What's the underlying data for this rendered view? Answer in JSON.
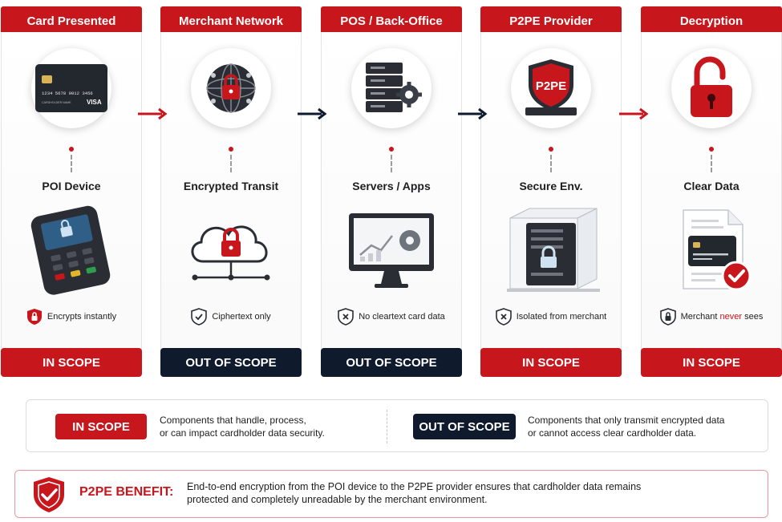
{
  "columns": [
    {
      "header": "Card Presented",
      "label": "POI Device",
      "note": "Encrypts instantly",
      "scope": "IN SCOPE"
    },
    {
      "header": "Merchant Network",
      "label": "Encrypted Transit",
      "note": "Ciphertext only",
      "scope": "OUT OF SCOPE"
    },
    {
      "header": "POS / Back-Office",
      "label": "Servers / Apps",
      "note": "No cleartext card data",
      "scope": "OUT OF SCOPE"
    },
    {
      "header": "P2PE Provider",
      "label": "Secure Env.",
      "note": "Isolated from merchant",
      "scope": "IN SCOPE"
    },
    {
      "header": "Decryption",
      "label": "Clear Data",
      "note_before": "Merchant ",
      "note_highlight": "never",
      "note_after": " sees",
      "scope": "IN SCOPE"
    }
  ],
  "card": {
    "number": "1234 5678 9012 3456",
    "holder": "CARDHOLDER NAME",
    "brand": "VISA"
  },
  "provider_badge": "P2PE",
  "legend": {
    "in_scope": {
      "label": "IN SCOPE",
      "line1": "Components that handle, process,",
      "line2": "or can impact cardholder data security."
    },
    "out_scope": {
      "label": "OUT OF SCOPE",
      "line1": "Components that only transmit encrypted data",
      "line2": "or cannot access clear cardholder data."
    }
  },
  "benefit": {
    "title": "P2PE BENEFIT:",
    "line1": "End-to-end encryption from the POI device to the P2PE provider ensures that cardholder data remains",
    "line2": "protected and completely unreadable by the merchant environment."
  },
  "colors": {
    "accent_red": "#c8161d",
    "navy": "#0f1b2d"
  }
}
